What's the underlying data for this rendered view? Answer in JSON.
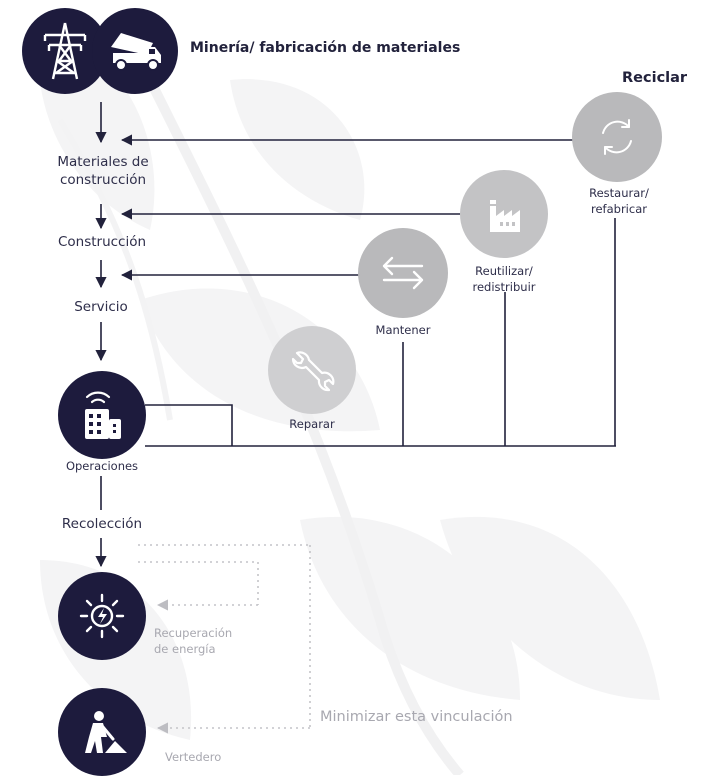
{
  "top": {
    "label": "Minería/ fabricación de materiales"
  },
  "reciclar": {
    "title": "Reciclar"
  },
  "lifecycle": {
    "materiales": "Materiales de\nconstrucción",
    "construccion": "Construcción",
    "servicio": "Servicio",
    "operaciones": "Operaciones",
    "recoleccion": "Recolección"
  },
  "loops": {
    "restaurar": "Restaurar/\nrefabricar",
    "reutilizar": "Reutilizar/\nredistribuir",
    "mantener": "Mantener",
    "reparar": "Reparar"
  },
  "end": {
    "recuperacion": "Recuperación\nde energía",
    "vertedero": "Vertedero",
    "minimizar": "Minimizar esta vinculación"
  },
  "icons": {
    "tower": "power-tower-icon",
    "truck": "dump-truck-icon",
    "recycle": "recycle-arrows-icon",
    "factory": "factory-icon",
    "exchange": "exchange-arrows-icon",
    "wrench": "wrench-icon",
    "building": "smart-building-icon",
    "energy": "energy-bulb-icon",
    "worker": "landfill-worker-icon"
  },
  "colors": {
    "dark": "#1d1b3d",
    "grey": "#b9b9bb",
    "line": "#22223c"
  }
}
